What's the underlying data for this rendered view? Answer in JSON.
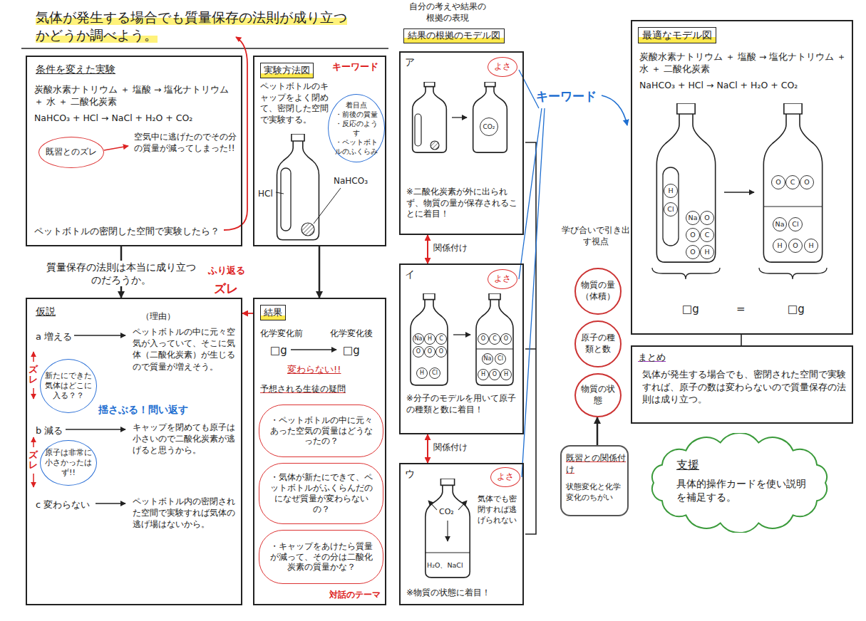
{
  "diagram": {
    "title": "気体が発生する場合でも質量保存の法則が成り立つかどうか調べよう。",
    "nodes": [
      {
        "text": [
          "条件を変えた実験",
          "炭酸水素ナトリウム ＋ 塩酸 → 塩化ナトリウム ＋ 水 ＋ 二酸化炭素",
          "NaHCO₃ + HCl → NaCl + H₂O + CO₂",
          "空気中に逃げたのでその分の質量が減ってしまった!!",
          "ペットボトルの密閉した空間で実験したら？"
        ]
      },
      {
        "text": [
          "既習とのズレ"
        ],
        "in": 0
      },
      {
        "text": [
          "実験方法図",
          "ペットボトルのキャップをよく閉めて、密閉した空間で実験する。",
          "HCl",
          "NaHCO₃"
        ]
      },
      {
        "text": [
          "着目点",
          "・前後の質量",
          "・反応のようす",
          "・ペットボトルのふくらみ"
        ],
        "in": 2
      },
      {
        "text": [
          "仮説",
          "（理由）",
          "a 増える",
          "ペットボトルの中に元々空気が入っていて、そこに気体（二酸化炭素）が生じるので質量が増えそう。",
          "b 減る",
          "キャップを閉めても原子は小さいので二酸化炭素が逃げると思うから。",
          "c 変わらない",
          "ペットボトル内の密閉された空間で実験すれば気体の逃げ場はないから。"
        ]
      },
      {
        "text": [
          "新たにできた気体はどこに入る？？"
        ],
        "in": 4
      },
      {
        "text": [
          "原子は非常に小さかったはず!!"
        ],
        "in": 4
      },
      {
        "text": [
          "結果",
          "化学変化前",
          "化学変化後",
          "□g",
          "□g",
          "変わらない!!",
          "予想される生徒の疑問"
        ]
      },
      {
        "text": [
          "・ペットボトルの中に元々あった空気の質量はどうなったの？"
        ],
        "in": 7
      },
      {
        "text": [
          "・気体が新たにできて、ペットボトルがふくらんだのになぜ質量が変わらないの？"
        ],
        "in": 7
      },
      {
        "text": [
          "・キャップをあけたら質量が減って、その分は二酸化炭素の質量かな？"
        ],
        "in": 7
      },
      {
        "text": [
          "ア",
          "※二酸化炭素が外に出られず、物質の量が保存されることに着目！"
        ]
      },
      {
        "text": [
          "よさ"
        ],
        "in": 11
      },
      {
        "text": [
          "イ",
          "※分子のモデルを用いて原子の種類と数に着目！"
        ]
      },
      {
        "text": [
          "よさ"
        ],
        "in": 13
      },
      {
        "text": [
          "ウ",
          "気体でも密閉すれば逃げられない",
          "※物質の状態に着目！"
        ]
      },
      {
        "text": [
          "よさ"
        ],
        "in": 15
      },
      {
        "text": [
          "物質の量（体積）"
        ]
      },
      {
        "text": [
          "原子の種類と数"
        ]
      },
      {
        "text": [
          "物質の状態"
        ]
      },
      {
        "text": [
          "既習との関係付け",
          "状態変化と化学変化のちがい"
        ]
      },
      {
        "text": [
          "最適なモデル図",
          "炭酸水素ナトリウム ＋ 塩酸 → 塩化ナトリウム ＋ 水 ＋ 二酸化炭素",
          "NaHCO₃ + HCl → NaCl + H₂O + CO₂",
          "□g",
          "=",
          "□g"
        ]
      },
      {
        "text": [
          "まとめ",
          "気体が発生する場合でも、密閉された空間で実験すれば、原子の数は変わらないので質量保存の法則は成り立つ。"
        ]
      },
      {
        "text": [
          "支援",
          "具体的操作カードを使い説明を補足する。"
        ]
      }
    ],
    "edges": [
      {
        "from": 0,
        "to": 4,
        "arrow": "to"
      },
      {
        "from": 2,
        "to": 7,
        "arrow": "to"
      },
      {
        "from": 7,
        "to": 4,
        "label": "ふり返る",
        "arrow": "to"
      },
      {
        "from": 11,
        "to": 13,
        "label": "関係付け",
        "arrow": "both"
      },
      {
        "from": 13,
        "to": 15,
        "label": "関係付け",
        "arrow": "both"
      },
      {
        "from": 20,
        "to": 19,
        "arrow": "to"
      },
      {
        "from": 21,
        "to": 22,
        "arrow": "none"
      }
    ],
    "labels": [
      "自分の考えや結果の根拠の表現",
      "結果の根拠のモデル図",
      "質量保存の法則は本当に成り立つのだろうか。",
      "ズレ",
      "キーワード",
      "キーワード",
      "揺さぶる！問い返す",
      "ズレ",
      "ズレ",
      "対話のテーマ",
      "学び合いで引き出す視点",
      "CO₂",
      "Na",
      "H",
      "C",
      "O",
      "O",
      "O",
      "H",
      "Cl",
      "O",
      "C",
      "O",
      "Na",
      "Cl",
      "H",
      "O",
      "H",
      "CO₂",
      "H₂O、NaCl",
      "H",
      "Cl",
      "Na",
      "O",
      "O",
      "C",
      "O",
      "H",
      "O",
      "C",
      "O",
      "Na",
      "Cl",
      "H",
      "O",
      "H"
    ]
  }
}
